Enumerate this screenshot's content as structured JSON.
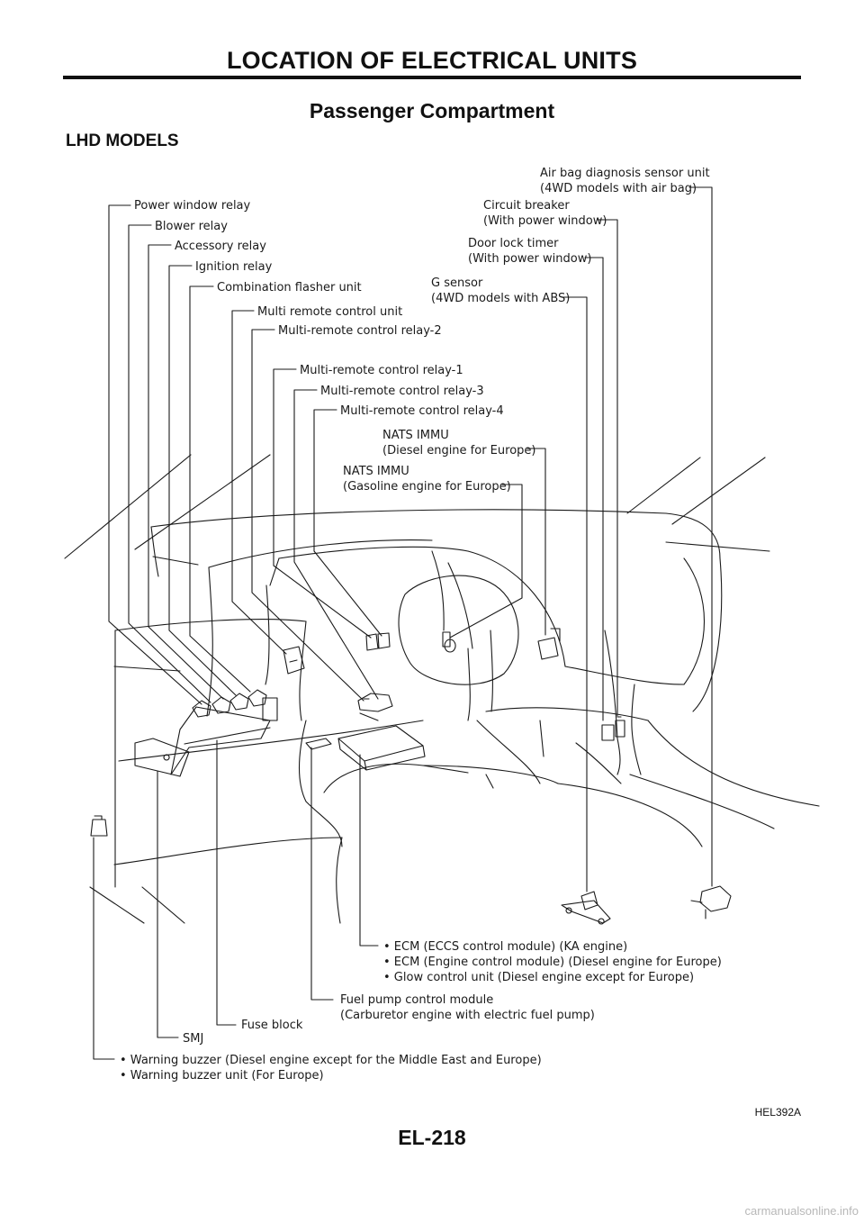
{
  "header": {
    "title": "LOCATION OF ELECTRICAL UNITS"
  },
  "section": {
    "title": "Passenger Compartment",
    "subtitle": "LHD MODELS"
  },
  "labels": {
    "power_window_relay": "Power window relay",
    "blower_relay": "Blower relay",
    "accessory_relay": "Accessory relay",
    "ignition_relay": "Ignition relay",
    "combination_flasher_unit": "Combination flasher unit",
    "multi_remote_control_unit": "Multi remote control unit",
    "multi_remote_relay_2": "Multi-remote control relay-2",
    "multi_remote_relay_1": "Multi-remote control relay-1",
    "multi_remote_relay_3": "Multi-remote control relay-3",
    "multi_remote_relay_4": "Multi-remote control relay-4",
    "air_bag_unit": {
      "line1": "Air bag diagnosis sensor unit",
      "line2": "(4WD models with air bag)"
    },
    "circuit_breaker": {
      "line1": "Circuit breaker",
      "line2": "(With power window)"
    },
    "door_lock_timer": {
      "line1": "Door lock timer",
      "line2": "(With power window)"
    },
    "g_sensor": {
      "line1": "G sensor",
      "line2": "(4WD models with ABS)"
    },
    "nats_diesel": {
      "line1": "NATS IMMU",
      "line2": "(Diesel engine for Europe)"
    },
    "nats_gasoline": {
      "line1": "NATS IMMU",
      "line2": "(Gasoline engine for Europe)"
    },
    "ecm": {
      "line1": "• ECM (ECCS control module) (KA engine)",
      "line2": "• ECM (Engine control module) (Diesel engine for Europe)",
      "line3": "• Glow control unit (Diesel engine except for Europe)"
    },
    "fuel_pump_module": {
      "line1": "Fuel pump control module",
      "line2": "(Carburetor engine with electric fuel pump)"
    },
    "fuse_block": "Fuse block",
    "smj": "SMJ",
    "warning_buzzer": {
      "line1": "• Warning buzzer (Diesel engine except for the Middle East and Europe)",
      "line2": "• Warning buzzer unit (For Europe)"
    }
  },
  "figure_code": "HEL392A",
  "page_number": "EL-218",
  "watermark": "carmanualsonline.info"
}
